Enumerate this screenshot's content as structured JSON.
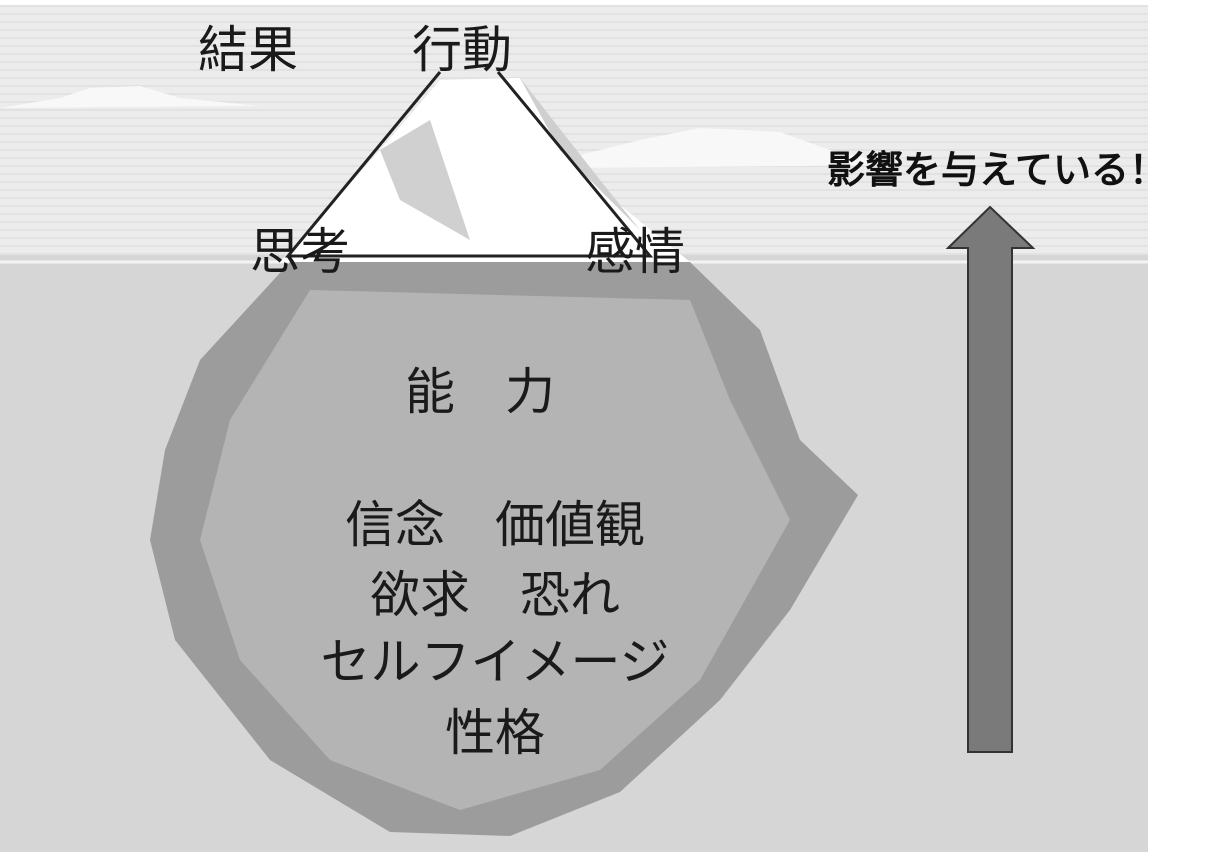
{
  "labels": {
    "result": "結果",
    "action": "行動",
    "thought": "思考",
    "emotion": "感情",
    "ability": "能　力",
    "beliefs_values": "信念　価値観",
    "desire_fear": "欲求　恐れ",
    "self_image": "セルフイメージ",
    "personality": "性格",
    "influence": "影響を与えている！"
  },
  "colors": {
    "sky": "#e8e8e8",
    "water": "#d6d6d6",
    "iceberg_under": "#9c9c9c",
    "iceberg_top": "#ffffff",
    "arrow": "#7a7a7a"
  }
}
